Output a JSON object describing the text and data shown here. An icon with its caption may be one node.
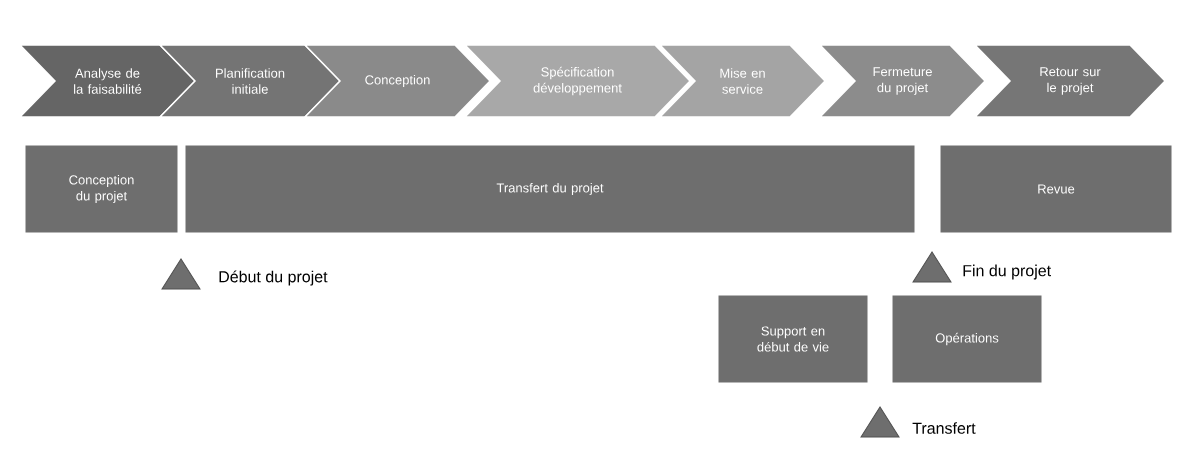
{
  "diagram": {
    "nodes": [
      {
        "text": [
          "Analyse de la faisabilité"
        ]
      },
      {
        "text": [
          "Planification initiale"
        ]
      },
      {
        "text": [
          "Conception"
        ]
      },
      {
        "text": [
          "Spécification développement"
        ]
      },
      {
        "text": [
          "Mise en service"
        ]
      },
      {
        "text": [
          "Fermeture du projet"
        ]
      },
      {
        "text": [
          "Retour sur le projet"
        ]
      },
      {
        "text": [
          "Conception du projet"
        ]
      },
      {
        "text": [
          "Transfert du projet"
        ]
      },
      {
        "text": [
          "Revue"
        ]
      },
      {
        "text": [
          "Support en début de vie"
        ]
      },
      {
        "text": [
          "Opérations"
        ]
      }
    ],
    "labels": [
      "Début du projet",
      "Fin du projet",
      "Transfert"
    ]
  }
}
